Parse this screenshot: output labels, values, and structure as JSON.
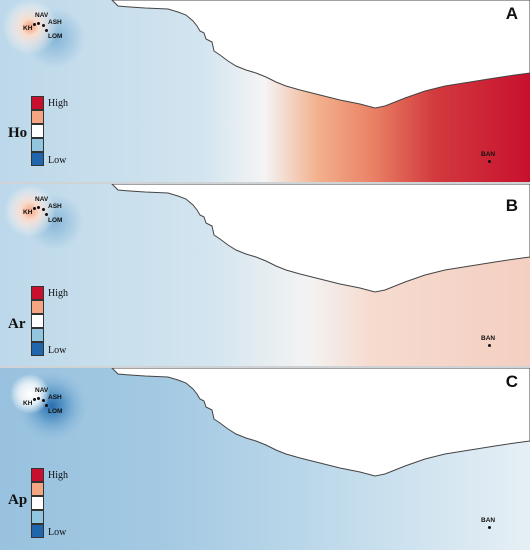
{
  "legend": {
    "high_label": "High",
    "low_label": "Low",
    "colors": [
      "#c8102e",
      "#f4a582",
      "#ffffff",
      "#92c5de",
      "#2166ac"
    ]
  },
  "sites": {
    "kh": "KH",
    "nav": "NAV",
    "ash": "ASH",
    "lom": "LOM",
    "ban": "BAN"
  },
  "panels": [
    {
      "letter": "A",
      "variable": "Ho"
    },
    {
      "letter": "B",
      "variable": "Ar"
    },
    {
      "letter": "C",
      "variable": "Ap"
    }
  ]
}
